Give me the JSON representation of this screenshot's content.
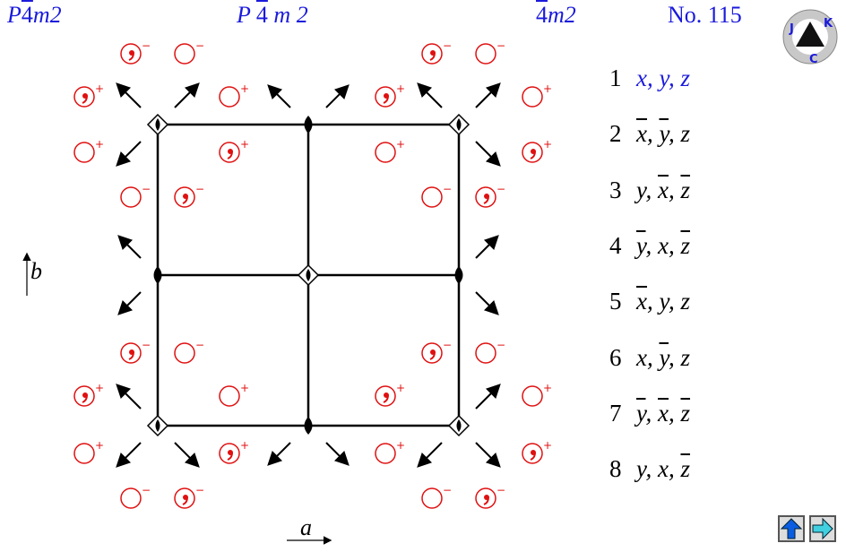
{
  "header": {
    "short_symbol": {
      "main": "P",
      "bar": "4",
      "rest": "m2"
    },
    "full_symbol": {
      "main": "P",
      "bar": "4",
      "rest": "m 2"
    },
    "point_group": {
      "bar": "4",
      "rest": "m2"
    },
    "number": "No. 115"
  },
  "axes": {
    "a": "a",
    "b": "b"
  },
  "positions": [
    {
      "n": "1",
      "c": [
        {
          "t": "x"
        },
        {
          "t": "y"
        },
        {
          "t": "z"
        }
      ]
    },
    {
      "n": "2",
      "c": [
        {
          "t": "x",
          "bar": true
        },
        {
          "t": "y",
          "bar": true
        },
        {
          "t": "z"
        }
      ]
    },
    {
      "n": "3",
      "c": [
        {
          "t": "y"
        },
        {
          "t": "x",
          "bar": true
        },
        {
          "t": "z",
          "bar": true
        }
      ]
    },
    {
      "n": "4",
      "c": [
        {
          "t": "y",
          "bar": true
        },
        {
          "t": "x"
        },
        {
          "t": "z",
          "bar": true
        }
      ]
    },
    {
      "n": "5",
      "c": [
        {
          "t": "x",
          "bar": true
        },
        {
          "t": "y"
        },
        {
          "t": "z"
        }
      ]
    },
    {
      "n": "6",
      "c": [
        {
          "t": "x"
        },
        {
          "t": "y",
          "bar": true
        },
        {
          "t": "z"
        }
      ]
    },
    {
      "n": "7",
      "c": [
        {
          "t": "y",
          "bar": true
        },
        {
          "t": "x",
          "bar": true
        },
        {
          "t": "z",
          "bar": true
        }
      ]
    },
    {
      "n": "8",
      "c": [
        {
          "t": "y"
        },
        {
          "t": "x"
        },
        {
          "t": "z",
          "bar": true
        }
      ]
    }
  ],
  "colors": {
    "title": "#1a1adc",
    "symbols": "#e01010",
    "lines": "#000000",
    "nav": "#0a5ce0",
    "nav_next": "#40d0e0"
  },
  "icons": {
    "logo": "jkc-logo-icon",
    "up": "arrow-up-icon",
    "next": "arrow-right-icon"
  }
}
